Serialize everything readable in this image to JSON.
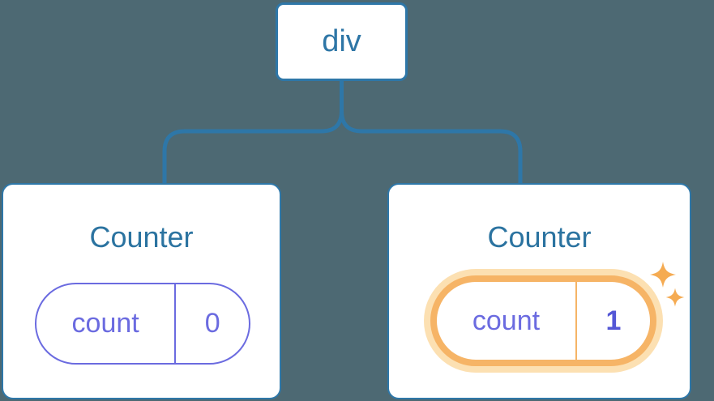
{
  "diagram": {
    "description": "React component tree: a div root element with two Counter child components; the second Counter's state was just updated and is highlighted",
    "root": {
      "label": "div"
    },
    "children": [
      {
        "title": "Counter",
        "state": {
          "key": "count",
          "value": "0"
        },
        "updated": false
      },
      {
        "title": "Counter",
        "state": {
          "key": "count",
          "value": "1"
        },
        "updated": true
      }
    ],
    "colors": {
      "background": "#4d6973",
      "node_fill": "#ffffff",
      "tree_blue": "#2e77a8",
      "title_blue": "#2b73a0",
      "state_purple": "#6b6be0",
      "updated_value_purple": "#5457d6",
      "highlight_orange": "#f6b466",
      "highlight_orange_glow": "#fce0b2",
      "sparkle_orange": "#f5ab52"
    }
  }
}
